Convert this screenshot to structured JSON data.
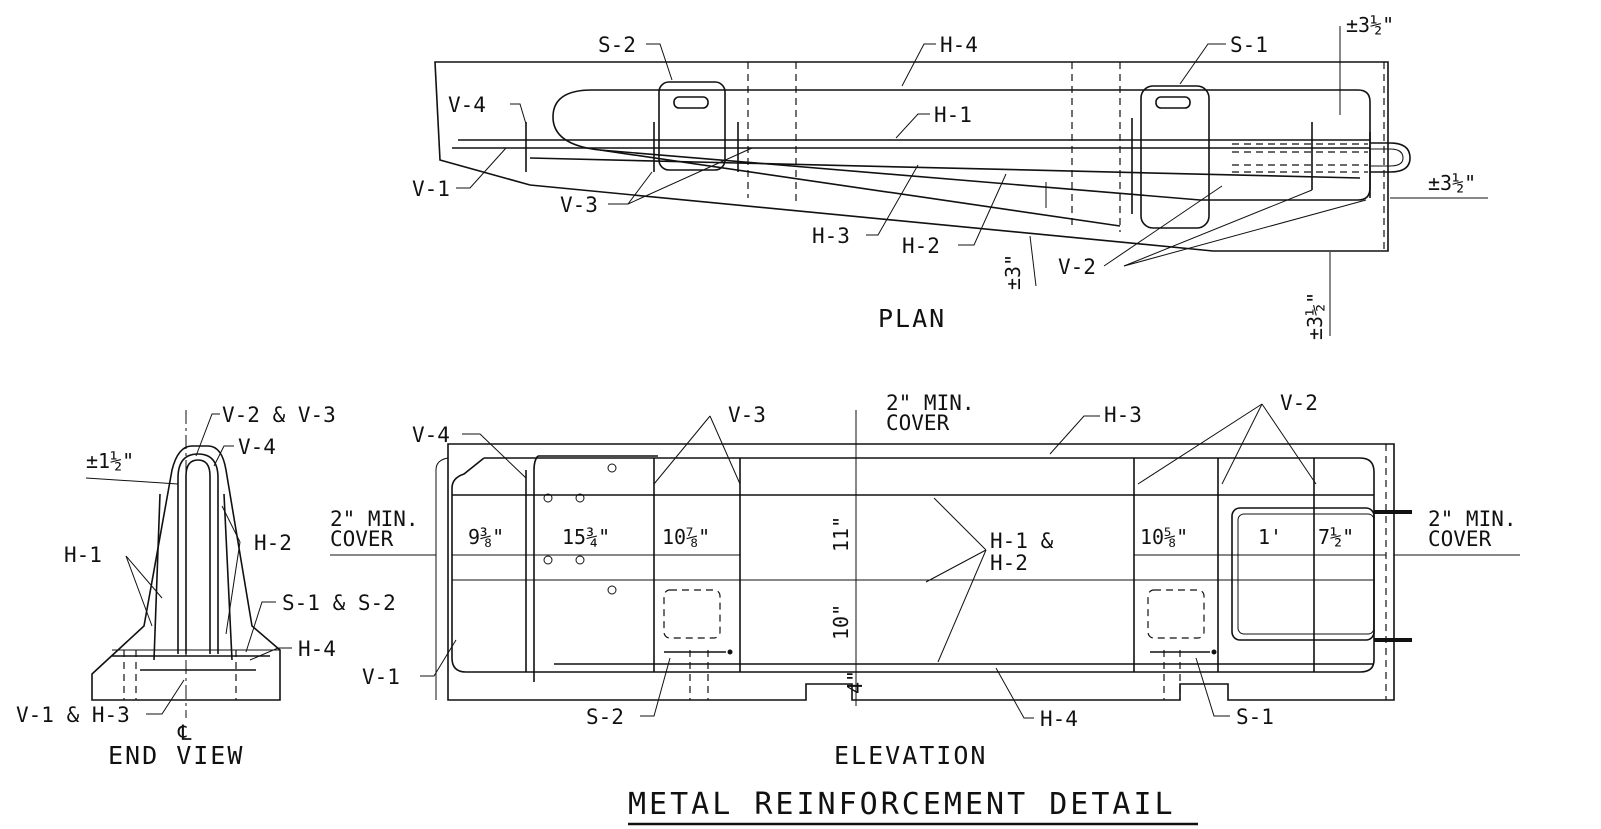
{
  "title": "METAL REINFORCEMENT DETAIL",
  "views": {
    "plan": "PLAN",
    "elevation": "ELEVATION",
    "end_view": "END VIEW"
  },
  "plan": {
    "labels": {
      "s2": "S-2",
      "h4": "H-4",
      "s1": "S-1",
      "v4": "V-4",
      "h1": "H-1",
      "v1": "V-1",
      "v3": "V-3",
      "h3": "H-3",
      "h2": "H-2",
      "v2": "V-2"
    },
    "dims": {
      "top_right": "±3½\"",
      "right": "±3½\"",
      "bottom_right": "±3½\"",
      "bottom": "±3\""
    }
  },
  "elevation": {
    "labels": {
      "v4": "V-4",
      "v3": "V-3",
      "cover_top_1": "2\" MIN.",
      "cover_top_2": "COVER",
      "h3": "H-3",
      "v2": "V-2",
      "cover_left_1": "2\" MIN.",
      "cover_left_2": "COVER",
      "cover_right_1": "2\" MIN.",
      "cover_right_2": "COVER",
      "h12_1": "H-1 &",
      "h12_2": "H-2",
      "v1": "V-1",
      "s2": "S-2",
      "h4": "H-4",
      "s1": "S-1"
    },
    "dims": {
      "d1": "9⅜\"",
      "d2": "15¾\"",
      "d3": "10⅞\"",
      "d4": "10⅝\"",
      "d5": "1'",
      "d6": "7½\"",
      "v11": "11\"",
      "v10": "10\"",
      "v4": "4\""
    }
  },
  "end": {
    "labels": {
      "v23": "V-2 & V-3",
      "v4": "V-4",
      "h1": "H-1",
      "h2": "H-2",
      "s12": "S-1 & S-2",
      "h4": "H-4",
      "v1h3": "V-1 & H-3",
      "cl": "℄"
    },
    "dims": {
      "top": "±1½\""
    }
  }
}
